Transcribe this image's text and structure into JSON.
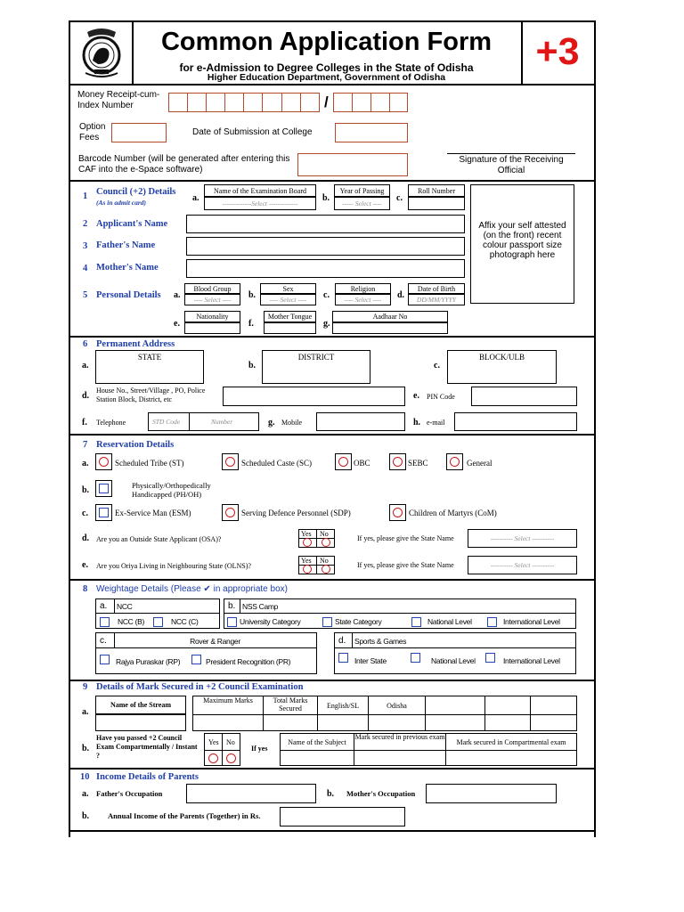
{
  "header": {
    "title": "Common Application Form",
    "subtitle": "for e-Admission to Degree Colleges in the State of Odisha",
    "dept": "Higher Education Department, Government of Odisha",
    "badge": "+3"
  },
  "office": {
    "money_receipt": "Money Receipt-cum-\nIndex Number",
    "slash": "/",
    "option_fees": "Option\nFees",
    "date_submission": "Date of Submission at College",
    "barcode": "Barcode Number (will be generated after entering this CAF into the e-Space software)",
    "signature": "Signature of the Receiving Official"
  },
  "s1": {
    "num": "1",
    "title": "Council (+2) Details",
    "sub": "(As in admit card)",
    "a": "a.",
    "b": "b.",
    "c": "c.",
    "exam_board": "Name of the Examination Board",
    "year": "Year of Passing",
    "roll": "Roll Number",
    "select_long": "-------------Select -------------",
    "select_short": "----- Select ----"
  },
  "photo": "Affix your self attested (on the front) recent colour passport size photograph here",
  "s2": {
    "num": "2",
    "label": "Applicant's Name"
  },
  "s3": {
    "num": "3",
    "label": "Father's Name"
  },
  "s4": {
    "num": "4",
    "label": "Mother's Name"
  },
  "s5": {
    "num": "5",
    "title": "Personal Details",
    "a": "a.",
    "b": "b.",
    "c": "c.",
    "d": "d.",
    "e": "e.",
    "f": "f.",
    "g": "g.",
    "blood": "Blood Group",
    "sex": "Sex",
    "religion": "Religion",
    "dob": "Date of Birth",
    "select": "---- Select ----",
    "dob_hint": "DD/MM/YYYY",
    "nationality": "Nationality",
    "tongue": "Mother Tongue",
    "aadhaar": "Aadhaar  No"
  },
  "s6": {
    "num": "6",
    "title": "Permanent Address",
    "a": "a.",
    "b": "b.",
    "c": "c.",
    "d": "d.",
    "e": "e.",
    "f": "f.",
    "g": "g.",
    "h": "h.",
    "state": "STATE",
    "district": "DISTRICT",
    "block": "BLOCK/ULB",
    "house": "House No., Street/Village , PO, Police Station Block, District, etc",
    "pin": "PIN Code",
    "telephone": "Telephone",
    "std": "STD Code",
    "number": "Number",
    "mobile": "Mobile",
    "email": "e-mail"
  },
  "s7": {
    "num": "7",
    "title": "Reservation Details",
    "a": "a.",
    "b": "b.",
    "c": "c.",
    "d": "d.",
    "e": "e.",
    "st": "Scheduled Tribe (ST)",
    "sc": "Scheduled Caste (SC)",
    "obc": "OBC",
    "sebc": "SEBC",
    "general": "General",
    "ph": "Physically/Orthopedically Handicapped (PH/OH)",
    "esm": "Ex-Service Man (ESM)",
    "sdp": "Serving Defence Personnel (SDP)",
    "com": "Children of Martyrs (CoM)",
    "osa": "Are you an Outside State Applicant (OSA)?",
    "olns": "Are you Oriya Living in Neighbouring State (OLNS)?",
    "yes": "Yes",
    "no": "No",
    "ifyes": "If yes, please give the State Name",
    "select": "---------- Select ----------"
  },
  "s8": {
    "num": "8",
    "title": "Weightage Details (Please ✔ in appropriate box)",
    "a": "a.",
    "b": "b.",
    "c": "c.",
    "d": "d.",
    "ncc": "NCC",
    "ncc_b": "NCC (B)",
    "ncc_c": "NCC (C)",
    "nss": "NSS Camp",
    "university": "University Category",
    "state_cat": "State Category",
    "national": "National Level",
    "international": "International Level",
    "rover": "Rover & Ranger",
    "rajya": "Rajya Puraskar (RP)",
    "president": "President Recognition (PR)",
    "sports": "Sports & Games",
    "inter_state": "Inter State",
    "national2": "National Level",
    "international2": "International Level"
  },
  "s9": {
    "num": "9",
    "title": "Details of Mark Secured in +2 Council Examination",
    "a": "a.",
    "b": "b.",
    "stream": "Name of the Stream",
    "max": "Maximum Marks",
    "total": "Total Marks Secured",
    "english": "English/SL",
    "odisha": "Odisha",
    "passed": "Have you passed +2 Council Exam Compartmentally / Instant ?",
    "yes": "Yes",
    "no": "No",
    "ifyes": "If yes",
    "subject": "Name of the Subject",
    "prev": "Mark secured in previous exam",
    "comp": "Mark secured in Compartmental  exam"
  },
  "s10": {
    "num": "10",
    "title": "Income Details of Parents",
    "a": "a.",
    "b": "b.",
    "b2": "b.",
    "father_occ": "Father's Occupation",
    "mother_occ": "Mother's Occupation",
    "income": "Annual Income of the Parents (Together) in Rs."
  }
}
